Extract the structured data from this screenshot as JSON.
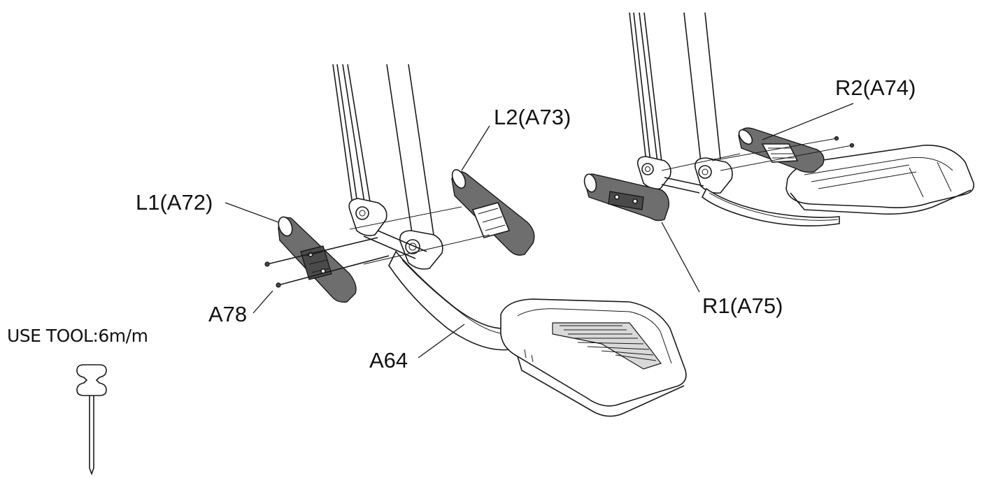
{
  "labels": {
    "l1": "L1(A72)",
    "l2": "L2(A73)",
    "r2": "R2(A74)",
    "r1": "R1(A75)",
    "a78": "A78",
    "a64": "A64"
  },
  "tool": {
    "text": "USE TOOL:6m/m",
    "icon": "hex-key-icon"
  },
  "colors": {
    "line": "#1a1a1a",
    "part_fill": "#6e6e6e",
    "background": "#ffffff"
  }
}
